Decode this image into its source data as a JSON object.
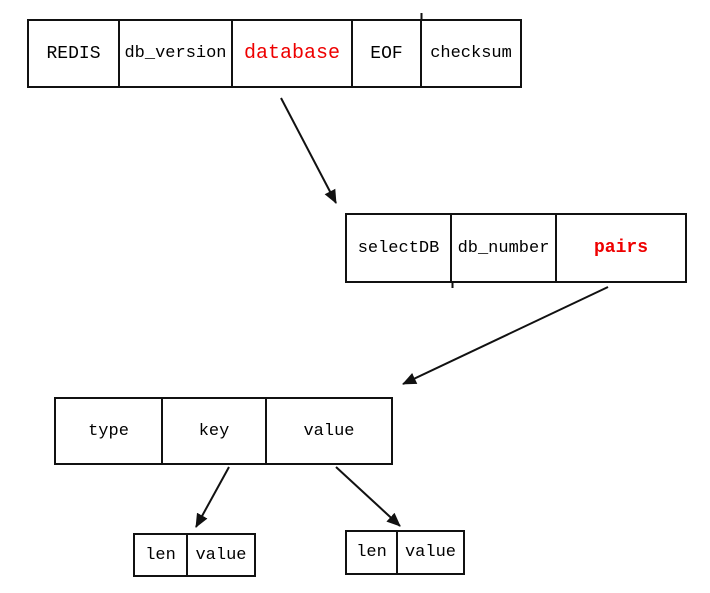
{
  "colors": {
    "line": "#111111",
    "highlight_red": "#ee0000",
    "text": "#000000",
    "background": "#ffffff"
  },
  "rows": {
    "rdb_file": {
      "cells": [
        {
          "label": "REDIS",
          "highlight": false
        },
        {
          "label": "db_version",
          "highlight": false
        },
        {
          "label": "database",
          "highlight": true
        },
        {
          "label": "EOF",
          "highlight": false
        },
        {
          "label": "checksum",
          "highlight": false
        }
      ]
    },
    "database_section": {
      "cells": [
        {
          "label": "selectDB",
          "highlight": false
        },
        {
          "label": "db_number",
          "highlight": false
        },
        {
          "label": "pairs",
          "highlight": true
        }
      ]
    },
    "pair_entry": {
      "cells": [
        {
          "label": "type",
          "highlight": false
        },
        {
          "label": "key",
          "highlight": false
        },
        {
          "label": "value",
          "highlight": false
        }
      ]
    },
    "key_detail": {
      "cells": [
        {
          "label": "len",
          "highlight": false
        },
        {
          "label": "value",
          "highlight": false
        }
      ]
    },
    "value_detail": {
      "cells": [
        {
          "label": "len",
          "highlight": false
        },
        {
          "label": "value",
          "highlight": false
        }
      ]
    }
  }
}
